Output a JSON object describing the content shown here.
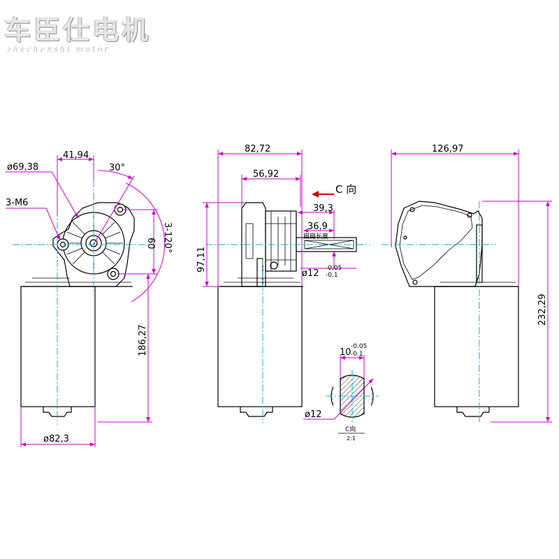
{
  "watermark": {
    "title": "车臣仕电机",
    "subtitle": "zhechenshi motor"
  },
  "front_view": {
    "dim_width_top": "41,94",
    "dim_flange_dia": "ø69,38",
    "dim_angle": "30°",
    "dim_thread": "3-M6",
    "dim_center": "60",
    "dim_hole_angle": "3-120°",
    "dim_height": "186,27",
    "dim_body_dia": "ø82,3"
  },
  "side_view": {
    "dim_width_outer": "82,72",
    "dim_width_inner": "56,92",
    "dim_height": "97,11",
    "dim_shaft_len": "39,3",
    "dim_key_len": "36,9",
    "key_note": "扁扁长度",
    "dim_shaft_dia": "ø12",
    "tol_upper": "-0,05",
    "tol_lower": "-0,1",
    "view_label": "C 向"
  },
  "rear_view": {
    "dim_width": "126,97",
    "dim_height": "232,29"
  },
  "section_detail": {
    "dim_flat": "10",
    "tol_upper": "-0.05",
    "tol_lower": "-0.1",
    "dim_dia": "ø12",
    "label": "C向",
    "scale": "2:1"
  }
}
